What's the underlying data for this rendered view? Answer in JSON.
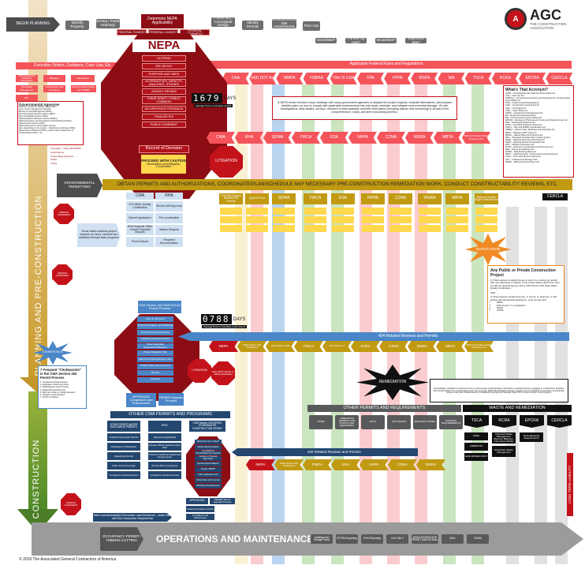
{
  "header": {
    "begin_planning": "BEGIN PLANNING",
    "top_steps": [
      "Identify Property",
      "Zoning / Public Hearings",
      "Preliminary / Conceptual Design",
      "Identify Permits",
      "Environmental Site Assessments",
      "Prior Use"
    ],
    "determine_nepa": "Determine NEPA Applicability",
    "federal_questions": [
      "FEDERAL FUNDS?",
      "FEDERAL LANDS?",
      "FEDERAL PERMITS?"
    ],
    "prior_use_options": [
      "Greenfield?",
      "Former Ag Use?",
      "Brownfield?",
      "Superfund Site?"
    ],
    "logo": {
      "name": "AGC",
      "subtitle": "THE CONSTRUCTION ASSOCIATION"
    }
  },
  "nepa": {
    "title": "NEPA",
    "steps": [
      "SCOPING",
      "EIS OR EA?",
      "PURPOSE AND NEED",
      "ALTERNATIVES, IMPACTS, ANALYSES, STUDIES",
      "AGENCY REVIEW",
      "ISSUE DRAFT / PUBLIC COMMENT",
      "INCORPORATE FEEDBACK",
      "FINALIZE EIS",
      "PUBLIC COMMENT"
    ],
    "record": "Record of Decision",
    "days_digits": "1679",
    "days_label": "DAYS",
    "days_caption": "Average Time to Complete an EIS",
    "proceed_title": "PROCEED WITH CAUTION",
    "proceed_sub": "Minimization and Mitigation Coordination",
    "litigation": "LITIGATION",
    "left_inputs": [
      "Executive Orders, Guidance, Case Law, Etc.",
      "Various Agency Guidance Documents",
      "Mitigation",
      "Alternatives",
      "Floodplain Management",
      "Greenhouse Gas Emissions",
      "Environmental Justice (EO 12898)",
      "Etc."
    ],
    "arrow_labels": [
      "Oversight – CEQ, EPA/NEPA",
      "Lead Agency",
      "Cooperating Agencies",
      "Public",
      "Tribes"
    ],
    "summary": "A NEPA review involves many meetings with many government agencies to analyze the project impacts, evaluate alternatives, and prepare detailed plans on how to comply with applicable environmental law and avoid, minimize, and mitigate environmental damage. On-site investigations, field studies, surveys, research of best available scientific information (including reports and monitoring) is all part of the comprehensive, costly, and time-consuming process."
  },
  "agencies": {
    "title": "Governmental Agencies",
    "items": [
      "Advisory Council on Historic Preservation",
      "Army Corps of Engineers (USACE)",
      "Bureau of Land Management (BLM)",
      "Environmental Protection Agency (EPA)",
      "Fish and Wildlife Service (FWS)",
      "National Marine Fisheries Service (NMFS)",
      "National Oceanic and Atmospheric Administration (NOAA)",
      "National Park Service (NPS)",
      "Natural Resources Conservation Service",
      "Also, depending on the project... Department of Energy (DOE), Department of Defense (DOD), Coast Guard, Department of Transportation (DOT), etc."
    ]
  },
  "federal_rules": {
    "title": "Applicable Federal Rules and Regulations",
    "row1": [
      "CAA",
      "§4(f) DOT Act",
      "MMPA",
      "HSBAA",
      "Title VI CRA",
      "FPA",
      "FPPA",
      "MSPA",
      "WA",
      "TSCA",
      "RCRA",
      "EPCRA",
      "CERCLA"
    ],
    "row2": [
      "CWA",
      "RHA",
      "SDWA",
      "FWCA",
      "ESA",
      "NHPA",
      "CZMA",
      "WSRA",
      "MBTA",
      "Bald and Golden Eagle Protection Act"
    ]
  },
  "acronyms": {
    "title": "What's That Acronym?",
    "items": [
      "AHPA – Archeological and Historical Preservation Act",
      "CAA – Clean Air Act",
      "CERCLA – Comprehensive Environmental Response, Compensation, and Liability Act",
      "CFR – Code of Federal Regulations",
      "CGP – Construction General Permit",
      "CRA – Civil Rights Act",
      "CWA – Clean Water Act",
      "CZMA – Coastal Zone Management Act",
      "EA – Environmental Assessment",
      "EIS – Environmental Impact Statement",
      "EPCRA – Emergency Planning and Community Right-to-Know Act",
      "ESA – Endangered Species Act",
      "FPPA – Farmland Protection Policy Act",
      "FWCA – Fish and Wildlife Coordination Act",
      "HSBAA – Historic Sites, Buildings and Antiquities Act",
      "MBTA – Migratory Bird Treaty Act",
      "MMPA – Marine Mammal Protection Act",
      "MS4 – Municipal Separate Storm Sewer System",
      "NEPA – National Environmental Policy Act",
      "NHPA – National Historic Preservation Act",
      "PPA – Pollution Prevention Act",
      "RCRA – Resource Conservation and Recovery Act",
      "RHA – Rivers and Harbors Act",
      "SDWA – Safe Drinking Water Act",
      "SPCC – Spill Prevention, Control and Countermeasures",
      "TSCA – Toxic Substances Control Act",
      "UST – Underground Storage Tank",
      "WSRA – Wild and Scenic Rivers Act"
    ]
  },
  "permitting": {
    "env_permitting": "ENVIRONMENTAL PERMITTING",
    "banner": "OBTAIN PERMITS AND AUTHORIZATIONS, COORDINATE/PLAN/SCHEDULE ANY NECESSARY PRE-CONSTRUCTION REMEDIATION WORK, CONDUCT CONSTRUCTABILITY REVIEWS, ETC.",
    "cwa_header": "CWA",
    "rha_header": "RHA",
    "cwa_items": [
      "401 Water Quality Certification",
      "Submit Application",
      "EPA Regional Office Checks Potential Impacts",
      "Permit Issued"
    ],
    "rha_items": [
      "Section 408 Approval",
      "Pre-coordination",
      "Written Request",
      "Required Documentation"
    ],
    "columns": [
      "CAA New Source Review/PSD Permits",
      "§4(f) DOT Act",
      "SDWA",
      "FWCA",
      "ESA",
      "NHPA",
      "CZMA",
      "WSRA",
      "MBTA",
      "Bald and Golden Eagle Protection Act"
    ],
    "cerclA": "CERCLA",
    "design_changes": "DESIGN CHANGES?",
    "state_note": "Some states address project impacts on rivers, streams and wetlands through state programs"
  },
  "duplication": {
    "burst": "DUPLICATION",
    "title": "Any Public or Private Construction Project",
    "p1": "1) That requires a federal license or permit to conduct an activity that may discharge to Waters of the United States (WOTUS) must provide the federal agency with a CWA Section 401 State Water Quality Certification.",
    "and": "AND",
    "p2": "2) That requires a federal license, or permit, or approval, or that utilizes federal financial assistance, must comply with:",
    "list": [
      "NEPA",
      "ESA Section 7 Consultation",
      "NHPA",
      "CZMA"
    ]
  },
  "permit404": {
    "title": "CWA Section 404 INDIVIDUAL Permit Process",
    "days_digits": "0788",
    "days_label": "DAYS",
    "days_caption": "Average Time to Complete a 404 Permit",
    "steps": [
      "Work in WOTUS?",
      "Project Description and Drawings",
      "Project Purpose and Need",
      "Jurisdictional Determination",
      "Other Applicable Reviews/Certifications",
      "Project Mitigation Plan",
      "Submit Permit Application Form",
      "Public Notice and Comment",
      "Review",
      "Decision"
    ],
    "approved": "APPROVED Compliance and Enforcement",
    "denied": "DENIED Appeals Process",
    "litigation": "LITIGATION",
    "veto": "EPA VETO 404(c) or 404(q) Evaluation",
    "related_bar": "404 Related Reviews and Permits",
    "related": [
      "NEPA",
      "CWA Section 401 Certification",
      "RHA Section 408",
      "FWCA",
      "ESA Section 7",
      "NHPA",
      "CZMA",
      "WSRA",
      "MBTA",
      "Bald and Golden Eagle Protection Act"
    ]
  },
  "chokepoints": {
    "burst": "CHOKEPOINTS",
    "title": "7 Frequent \"Chokepoints\" in the CWA Section 404 Permit Process",
    "items": [
      "1. Jurisdictional Determination",
      "2. Application Index/Corrections",
      "3. Public/Agency Input Process",
      "4. Related Reviews/Permits",
      "5. EPA Veto 404(c) or 404(q) Elevation",
      "6. Litigation of the Decision",
      "7. Permit Conditions"
    ]
  },
  "remediation": {
    "burst": "REMEDIATION",
    "text": "Remediation activities to address known or discovered contaminations should be completed before engaging in construction activities that would disturb the contaminated area. For example, EPA's Brownfields Program would cover remediation of petroleum brownfields, where a site was contaminated by a leaking Underground Storage Tank (UST), before reuse of the property."
  },
  "other_permits": {
    "title": "OTHER PERMITS AND REQUIREMENTS",
    "items": [
      "NOISE",
      "OPERATING PERMITS FOR PLANTS AND EQUIPMENT",
      "DUST",
      "ANTI-IDLING",
      "BUILDING CODES",
      "GRADING REQUIREMENTS"
    ]
  },
  "waste": {
    "title": "WASTE AND REMEDIATION",
    "items": [
      "TSCA",
      "RCRA",
      "EPCRA",
      "CERCLA"
    ],
    "tsca": [
      "PCBs",
      "ASBESTOS",
      "LEAD-BASED PAINT"
    ],
    "rcra": [
      "Universal Waste Management: Mercury, Batteries, Fluorescent Bulbs",
      "Hazardous Waste Management"
    ],
    "epcra": [
      "Recordkeeping Requirements"
    ],
    "long_term": "LONG TERM LIABILITY"
  },
  "cwa_programs": {
    "title": "OTHER CWA PERMITS AND PROGRAMS",
    "cols": [
      "OTHER NPDES WATER DISCHARGE PERMITS",
      "SPCC",
      "CWA Section 402 NPDES STORMWATER CONSTRUCTION PERMIT"
    ],
    "npdes": [
      "Industrial Stormwater Permits",
      "Discharges of Wastewater",
      "Dewatering Permits",
      "Utilize Permit Coverage",
      "Compliance and Enforcement"
    ],
    "spcc": [
      "Determine Applicability",
      "Develop Written Spill Prevention Plan",
      "Check for Additional State/Local Requirements",
      "Provide Plan to Inspectors",
      "Compliance and Enforcement"
    ],
    "sw": [
      "Disturb One Acre or More?",
      "Identify Receiving Waters",
      "Any Additional Permits/Restrictions Needed?",
      "Impaired or Protected Waterbody?",
      "Special Impaired Waters?",
      "Prepare SWPPP",
      "Online Application Form",
      "Public Notice and Comment",
      "EPA/State Review/Decision"
    ],
    "sw_approved": "APPROVED",
    "sw_denied": "DENIED Permit Appeals Process",
    "sw_after": [
      "Install Stormwater Controls",
      "Compliance and Enforcement"
    ],
    "local": "Meet Local Municipality's Stormwater Laws/Ordinances – Active Sites and Post Construction Requirements",
    "related_bar": "402 Related Reviews and Permits",
    "related": [
      "NEPA",
      "CWA Section 401 Certification",
      "FWCA",
      "ESA",
      "NHPA",
      "CZMA",
      "WSRA"
    ]
  },
  "phases": {
    "planning": "PLANNING AND PRE-CONSTRUCTION",
    "construction": "CONSTRUCTION",
    "occupancy": "OCCUPANCY PERMIT / RIBBON CUTTING",
    "om": "OPERATIONS AND MAINTENANCE",
    "om_items": [
      "Underground Storage Tanks",
      "EPCRA Reporting",
      "GHG Reporting",
      "CAA Title V",
      "MS4/CAFO/SECTOR PERMIT (INDUSTRIAL)",
      "MSA",
      "SDWA"
    ]
  },
  "footer": {
    "copyright": "© 2019 The Associated General Contractors of America"
  }
}
